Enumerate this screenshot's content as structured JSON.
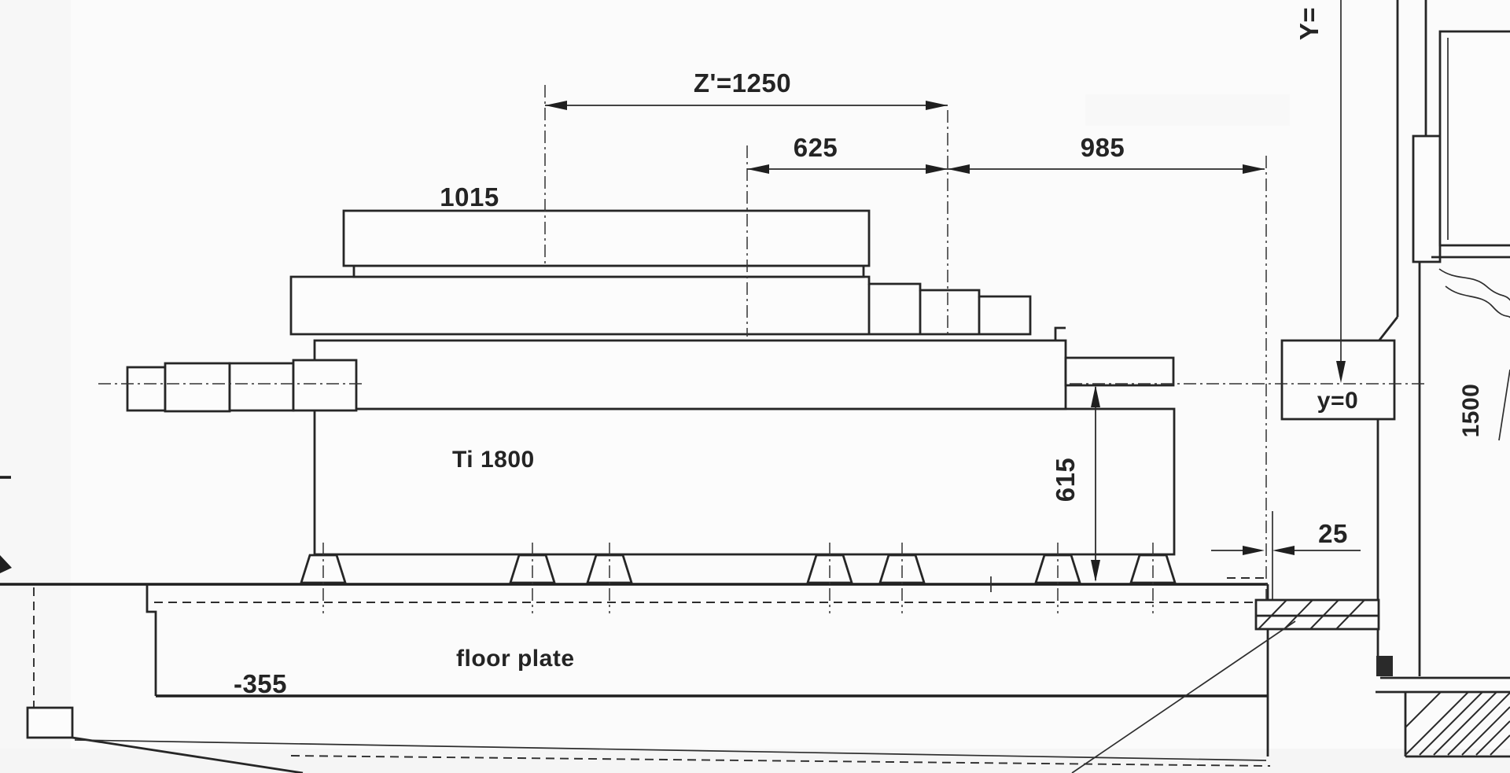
{
  "labels": {
    "z1250": "Z'=1250",
    "d625": "625",
    "d985": "985",
    "d1015": "1015",
    "d615": "615",
    "d25": "25",
    "d1500": "1500",
    "d355": "-355",
    "y_axis": "Y=",
    "y_zero": "y=0",
    "model": "Ti 1800",
    "floor": "floor plate"
  }
}
